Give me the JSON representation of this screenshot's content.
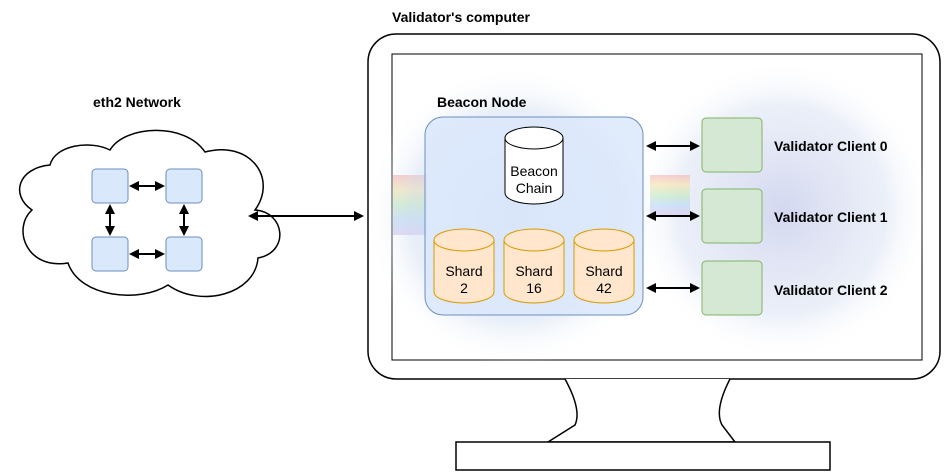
{
  "computer": {
    "title": "Validator's computer"
  },
  "network": {
    "title": "eth2 Network"
  },
  "beacon_node": {
    "title": "Beacon Node",
    "chain": {
      "line1": "Beacon",
      "line2": "Chain"
    },
    "shards": [
      {
        "line1": "Shard",
        "line2": "2"
      },
      {
        "line1": "Shard",
        "line2": "16"
      },
      {
        "line1": "Shard",
        "line2": "42"
      }
    ]
  },
  "validator_clients": [
    {
      "label": "Validator Client 0"
    },
    {
      "label": "Validator Client 1"
    },
    {
      "label": "Validator Client 2"
    }
  ],
  "colors": {
    "node_fill": "#dae8fc",
    "node_stroke": "#6c8ebf",
    "shard_fill": "#ffe6cc",
    "shard_stroke": "#d79b00",
    "client_fill": "#d5e8d4",
    "client_stroke": "#82b366"
  }
}
